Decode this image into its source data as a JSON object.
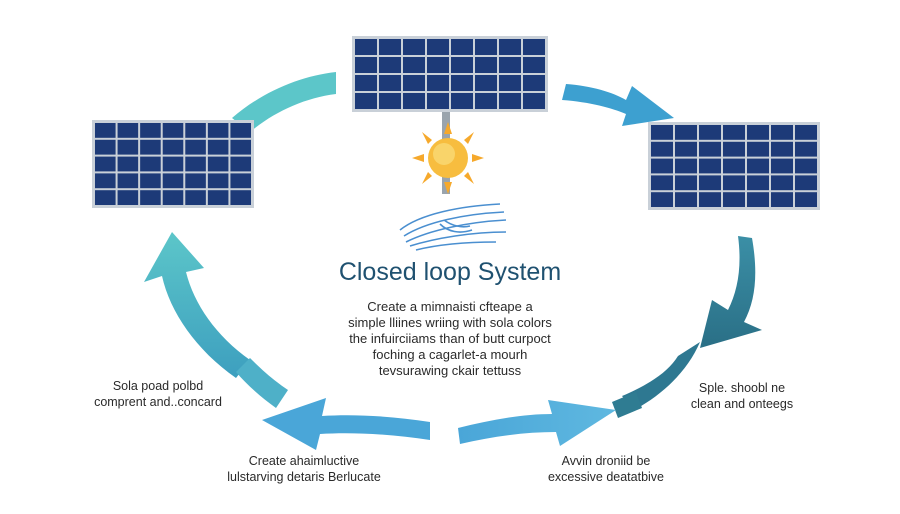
{
  "title": "Closed loop System",
  "body_lines": [
    "Create a mimnaisti cfteape a",
    "simple lliines  wriing with sola colors",
    "the infuirciiams than of butt curpoct",
    "foching a cagarlet-a mourh",
    "tevsurawing ckair tettuss"
  ],
  "captions": {
    "left": [
      "Sola poad polbd",
      "comprent and..concard"
    ],
    "bottom_left": [
      "Create ahaimluctive",
      "lulstarving detaris Berlucate"
    ],
    "bottom_right": [
      "Avvin droniid be",
      "excessive deatatbive"
    ],
    "right": [
      "Sple. shoobl ne",
      "clean  and  onteegs"
    ]
  },
  "colors": {
    "arrow_light": "#5bc0c8",
    "arrow_blue": "#4aa3d6",
    "arrow_dark": "#2f7e96",
    "panel_cell": "#1d3a78",
    "panel_frame": "#c9d0d8",
    "sun": "#f6b93b",
    "waves": "#4a8fd0"
  },
  "icons": [
    "solar-panel-icon",
    "sun-icon",
    "water-waves-icon"
  ]
}
